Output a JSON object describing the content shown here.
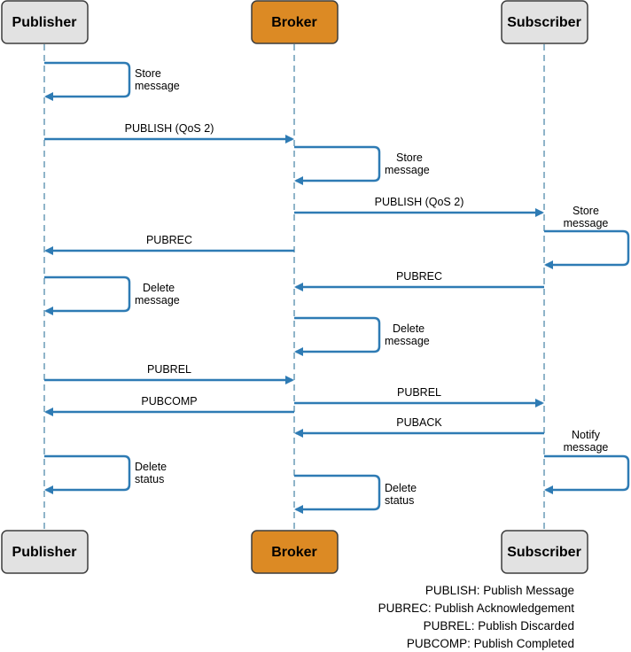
{
  "actors": [
    {
      "id": "publisher",
      "label": "Publisher"
    },
    {
      "id": "broker",
      "label": "Broker"
    },
    {
      "id": "subscriber",
      "label": "Subscriber"
    }
  ],
  "messages": {
    "pub_publish": "PUBLISH (QoS 2)",
    "broker_publish": "PUBLISH (QoS 2)",
    "pubrec_to_publisher": "PUBREC",
    "pubrec_to_broker": "PUBREC",
    "pubrel_to_broker": "PUBREL",
    "pubcomp_to_publisher": "PUBCOMP",
    "pubrel_to_subscriber": "PUBREL",
    "puback_to_broker": "PUBACK"
  },
  "notes": {
    "pub_store": [
      "Store",
      "message"
    ],
    "broker_store": [
      "Store",
      "message"
    ],
    "sub_store": [
      "Store",
      "message"
    ],
    "pub_delete_msg": [
      "Delete",
      "message"
    ],
    "broker_delete_msg": [
      "Delete",
      "message"
    ],
    "sub_notify": [
      "Notify",
      "message"
    ],
    "pub_delete_status": [
      "Delete",
      "status"
    ],
    "broker_delete_status": [
      "Delete",
      "status"
    ]
  },
  "legend": [
    "PUBLISH: Publish Message",
    "PUBREC: Publish Acknowledgement",
    "PUBREL: Publish Discarded",
    "PUBCOMP: Publish Completed"
  ],
  "colors": {
    "arrow": "#2e7bb4",
    "lifeline": "#8fb4c9",
    "actor_fill": "#e2e2e2",
    "broker_fill": "#dc8a24",
    "actor_stroke": "#3d3d3d"
  }
}
